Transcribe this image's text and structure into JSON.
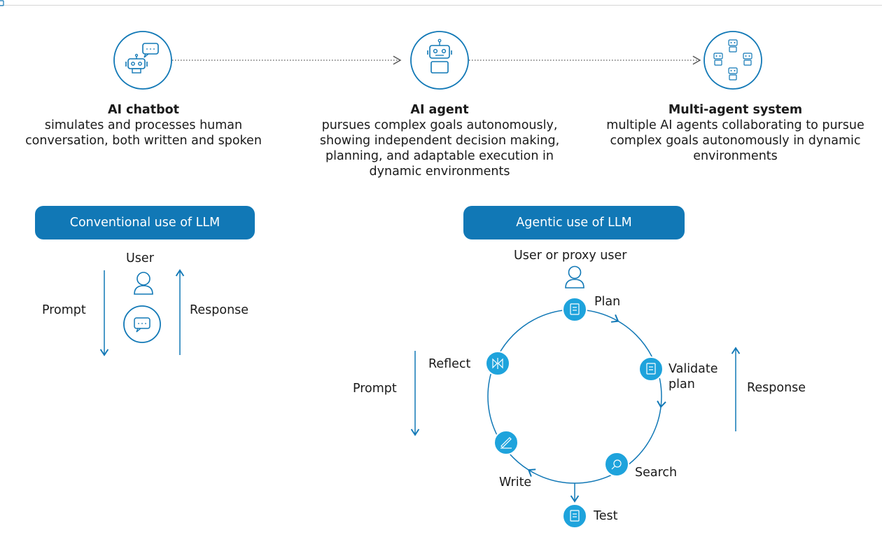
{
  "colors": {
    "primary": "#1178b6",
    "node_fill": "#1ea3dc",
    "text": "#1a1a1a",
    "divider": "#d6d6d6"
  },
  "evolution": [
    {
      "title": "AI chatbot",
      "description": "simulates and processes human conversation, both written and spoken",
      "icon": "chatbot-icon"
    },
    {
      "title": "AI agent",
      "description": "pursues complex goals autonomously, showing independent decision making, planning, and adaptable execution in dynamic environments",
      "icon": "robot-icon"
    },
    {
      "title": "Multi-agent system",
      "description": "multiple AI agents collaborating to pursue complex goals autonomously in dynamic environments",
      "icon": "multi-robot-icon"
    }
  ],
  "conventional": {
    "heading": "Conventional use of LLM",
    "user_label": "User",
    "prompt_label": "Prompt",
    "response_label": "Response"
  },
  "agentic": {
    "heading": "Agentic use of LLM",
    "user_label": "User or proxy user",
    "prompt_label": "Prompt",
    "response_label": "Response",
    "steps": [
      {
        "label": "Plan",
        "icon": "plan-icon"
      },
      {
        "label": "Validate plan",
        "icon": "validate-plan-icon"
      },
      {
        "label": "Search",
        "icon": "search-icon"
      },
      {
        "label": "Test",
        "icon": "test-icon"
      },
      {
        "label": "Write",
        "icon": "write-icon"
      },
      {
        "label": "Reflect",
        "icon": "reflect-icon"
      }
    ]
  }
}
